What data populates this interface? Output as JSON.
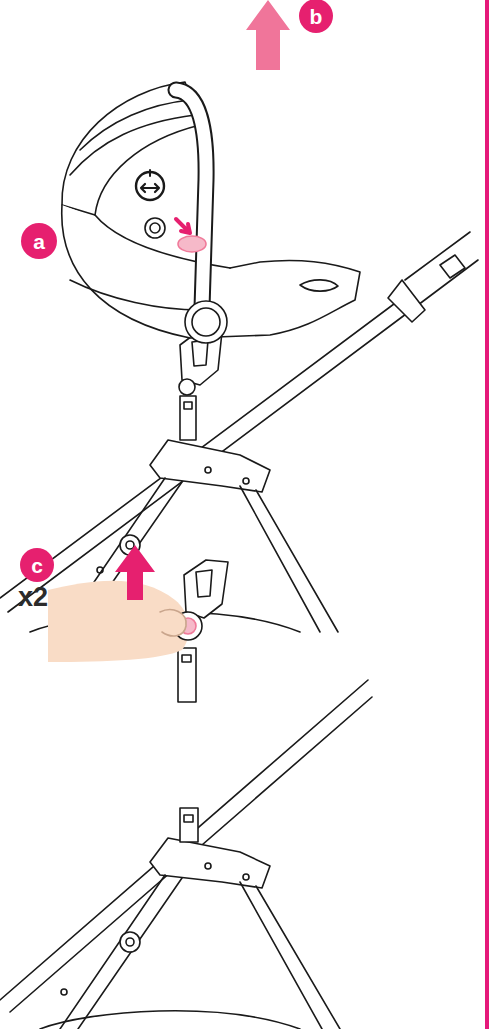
{
  "diagram": {
    "nodes": [
      {
        "text": [
          "b"
        ]
      },
      {
        "text": [
          "a"
        ]
      },
      {
        "text": [
          "c"
        ]
      }
    ],
    "labels": [
      "x2"
    ]
  }
}
